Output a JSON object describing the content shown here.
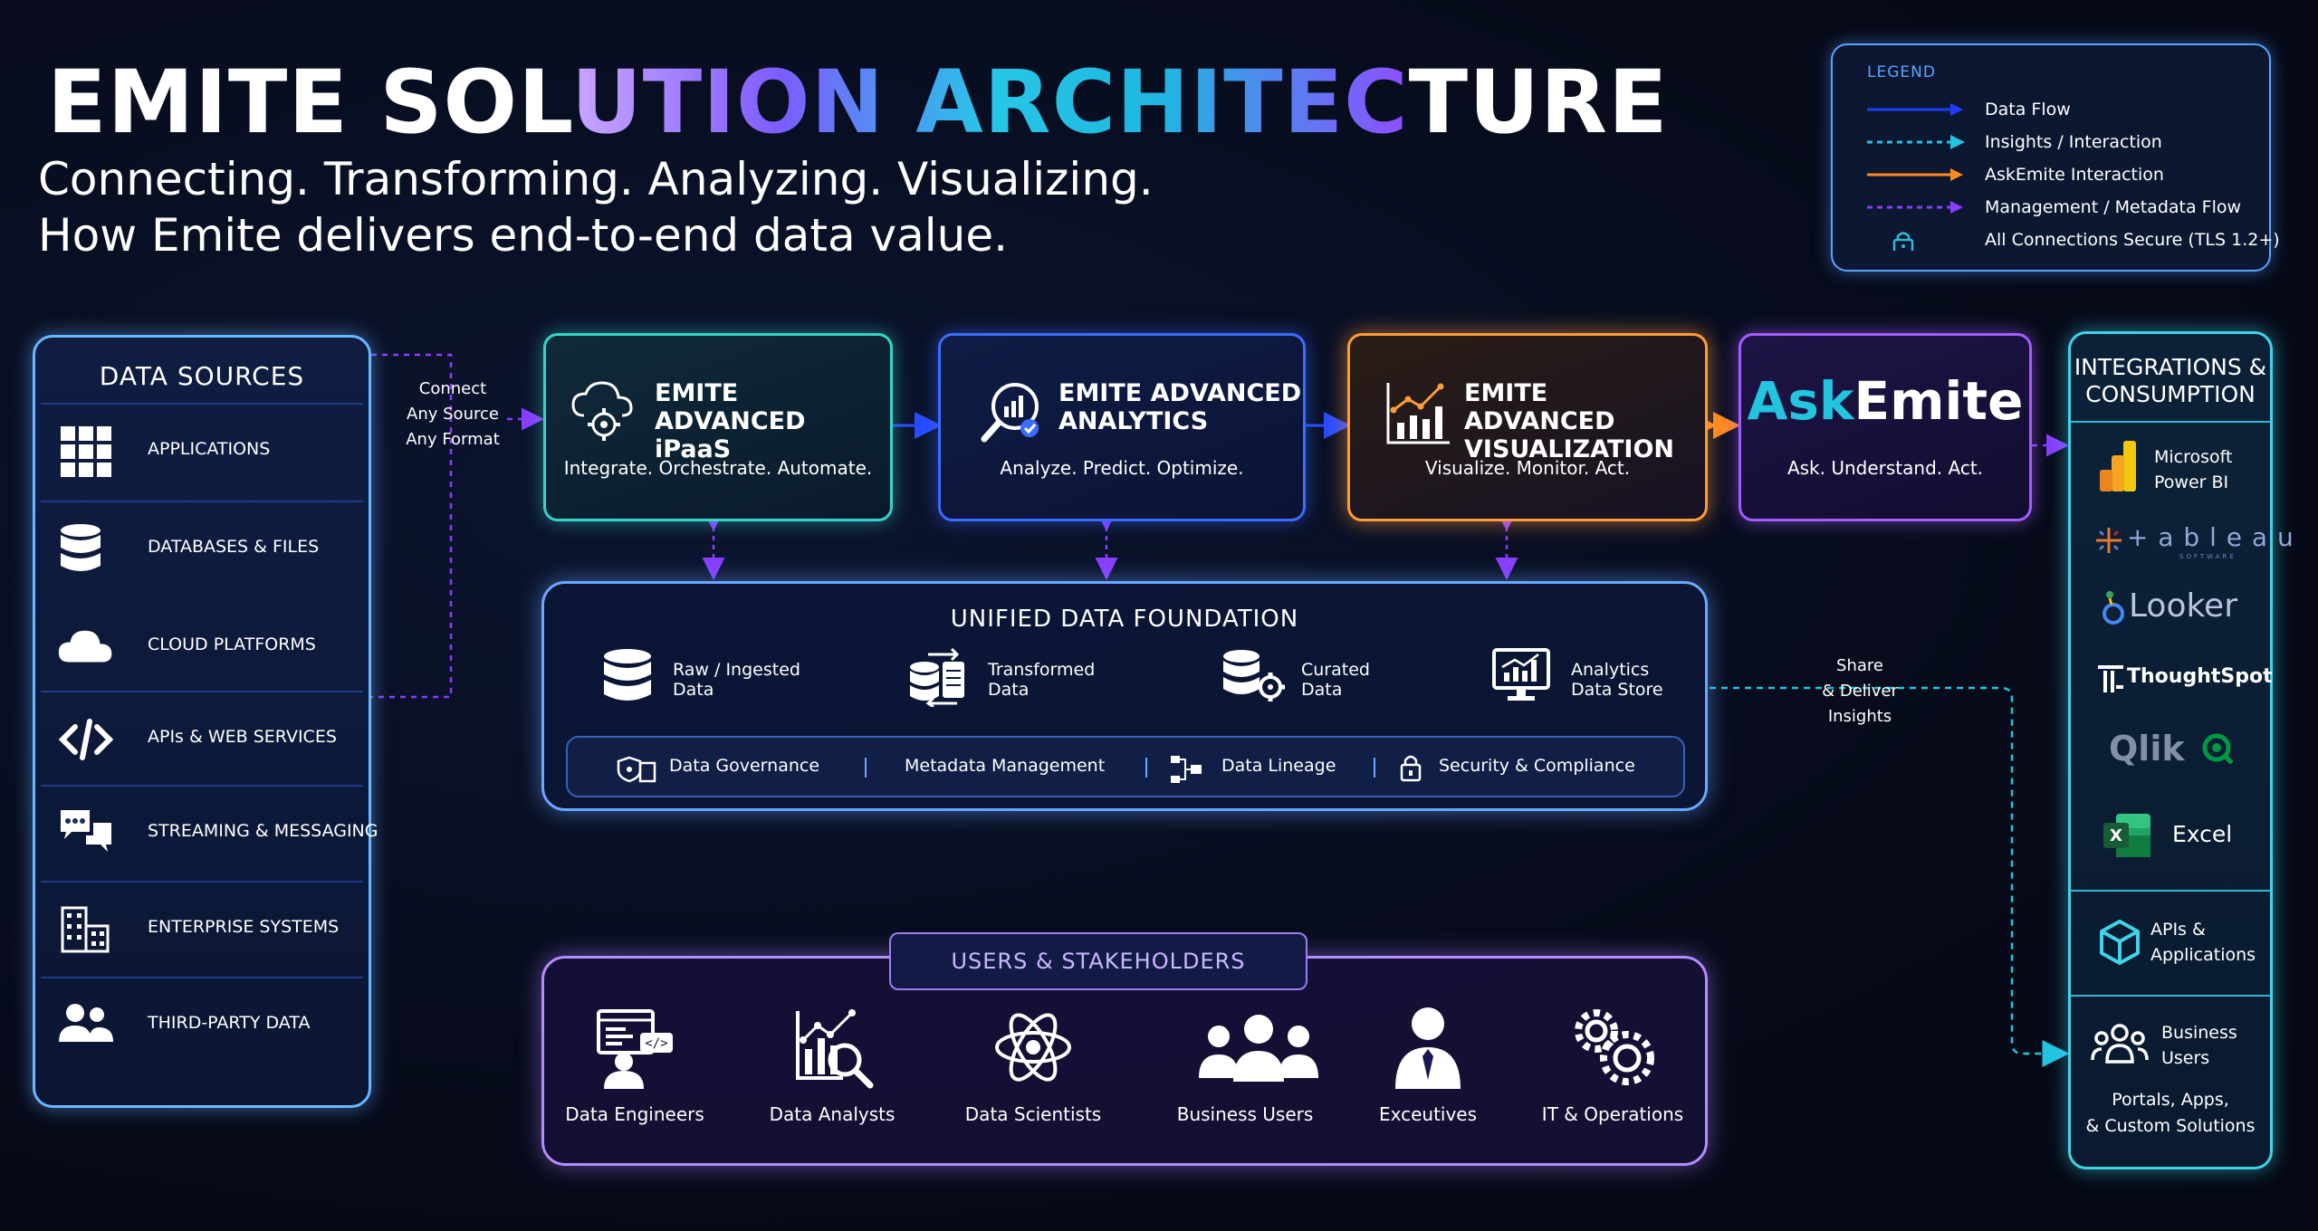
{
  "header": {
    "title_part1": "EMITE SOL",
    "title_part2": "UTION ARCHITEC",
    "title_part3": "TURE",
    "subtitle_line1": "Connecting. Transforming. Analyzing. Visualizing.",
    "subtitle_line2": "How Emite delivers end-to-end data value."
  },
  "legend": {
    "title": "LEGEND",
    "items": [
      {
        "label": "Data Flow",
        "color": "#1f3bff"
      },
      {
        "label": "Insights / Interaction",
        "color": "#22c4e0"
      },
      {
        "label": "AskEmite Interaction",
        "color": "#ff8a1f"
      },
      {
        "label": "Management / Metadata Flow",
        "color": "#8a3cff"
      },
      {
        "label": "All Connections Secure (TLS 1.2+)",
        "color": "#2fb8d8"
      }
    ]
  },
  "data_sources": {
    "title": "DATA SOURCES",
    "items": [
      {
        "label": "APPLICATIONS",
        "icon": "grid-icon"
      },
      {
        "label": "DATABASES & FILES",
        "icon": "database-icon"
      },
      {
        "label": "CLOUD PLATFORMS",
        "icon": "cloud-icon"
      },
      {
        "label": "APIs & WEB SERVICES",
        "icon": "code-icon"
      },
      {
        "label": "STREAMING & MESSAGING",
        "icon": "chat-icon"
      },
      {
        "label": "ENTERPRISE SYSTEMS",
        "icon": "building-icon"
      },
      {
        "label": "THIRD-PARTY DATA",
        "icon": "users-icon"
      }
    ]
  },
  "connect_note": {
    "line1": "Connect",
    "line2": "Any Source",
    "line3": "Any Format"
  },
  "products": {
    "ipaas": {
      "name_line1": "EMITE ADVANCED",
      "name_line2": "iPaaS",
      "tagline": "Integrate. Orchestrate. Automate.",
      "color": "#34d4c8"
    },
    "analytics": {
      "name_line1": "EMITE ADVANCED",
      "name_line2": "ANALYTICS",
      "tagline": "Analyze. Predict. Optimize.",
      "color": "#3a6cff"
    },
    "visualization": {
      "name_line1": "EMITE ADVANCED",
      "name_line2": "VISUALIZATION",
      "tagline": "Visualize. Monitor. Act.",
      "color": "#ff9b3a"
    },
    "askemite": {
      "logo_ask": "Ask",
      "logo_emite": "Emite",
      "tagline": "Ask. Understand. Act.",
      "color": "#a45cff"
    }
  },
  "foundation": {
    "title": "UNIFIED DATA FOUNDATION",
    "items": [
      {
        "line1": "Raw / Ingested",
        "line2": "Data"
      },
      {
        "line1": "Transformed",
        "line2": "Data"
      },
      {
        "line1": "Curated",
        "line2": "Data"
      },
      {
        "line1": "Analytics",
        "line2": "Data Store"
      }
    ],
    "governance": [
      "Data Governance",
      "Metadata Management",
      "Data Lineage",
      "Security & Compliance"
    ]
  },
  "share_note": {
    "line1": "Share",
    "line2": "& Deliver",
    "line3": "Insights"
  },
  "users": {
    "title": "USERS & STAKEHOLDERS",
    "items": [
      "Data Engineers",
      "Data Analysts",
      "Data Scientists",
      "Business Users",
      "Exceutives",
      "IT & Operations"
    ]
  },
  "integrations": {
    "title_line1": "INTEGRATIONS &",
    "title_line2": "CONSUMPTION",
    "powerbi_line1": "Microsoft",
    "powerbi_line2": "Power BI",
    "tableau": "+ a b l e a u",
    "tableau_small": "SOFTWARE",
    "looker": "Looker",
    "thoughtspot": "ThoughtSpot",
    "qlik": "Qlik",
    "excel": "Excel",
    "apis_line1": "APIs &",
    "apis_line2": "Applications",
    "business_line1": "Business",
    "business_line2": "Users",
    "portals_line1": "Portals, Apps,",
    "portals_line2": "& Custom Solutions"
  }
}
